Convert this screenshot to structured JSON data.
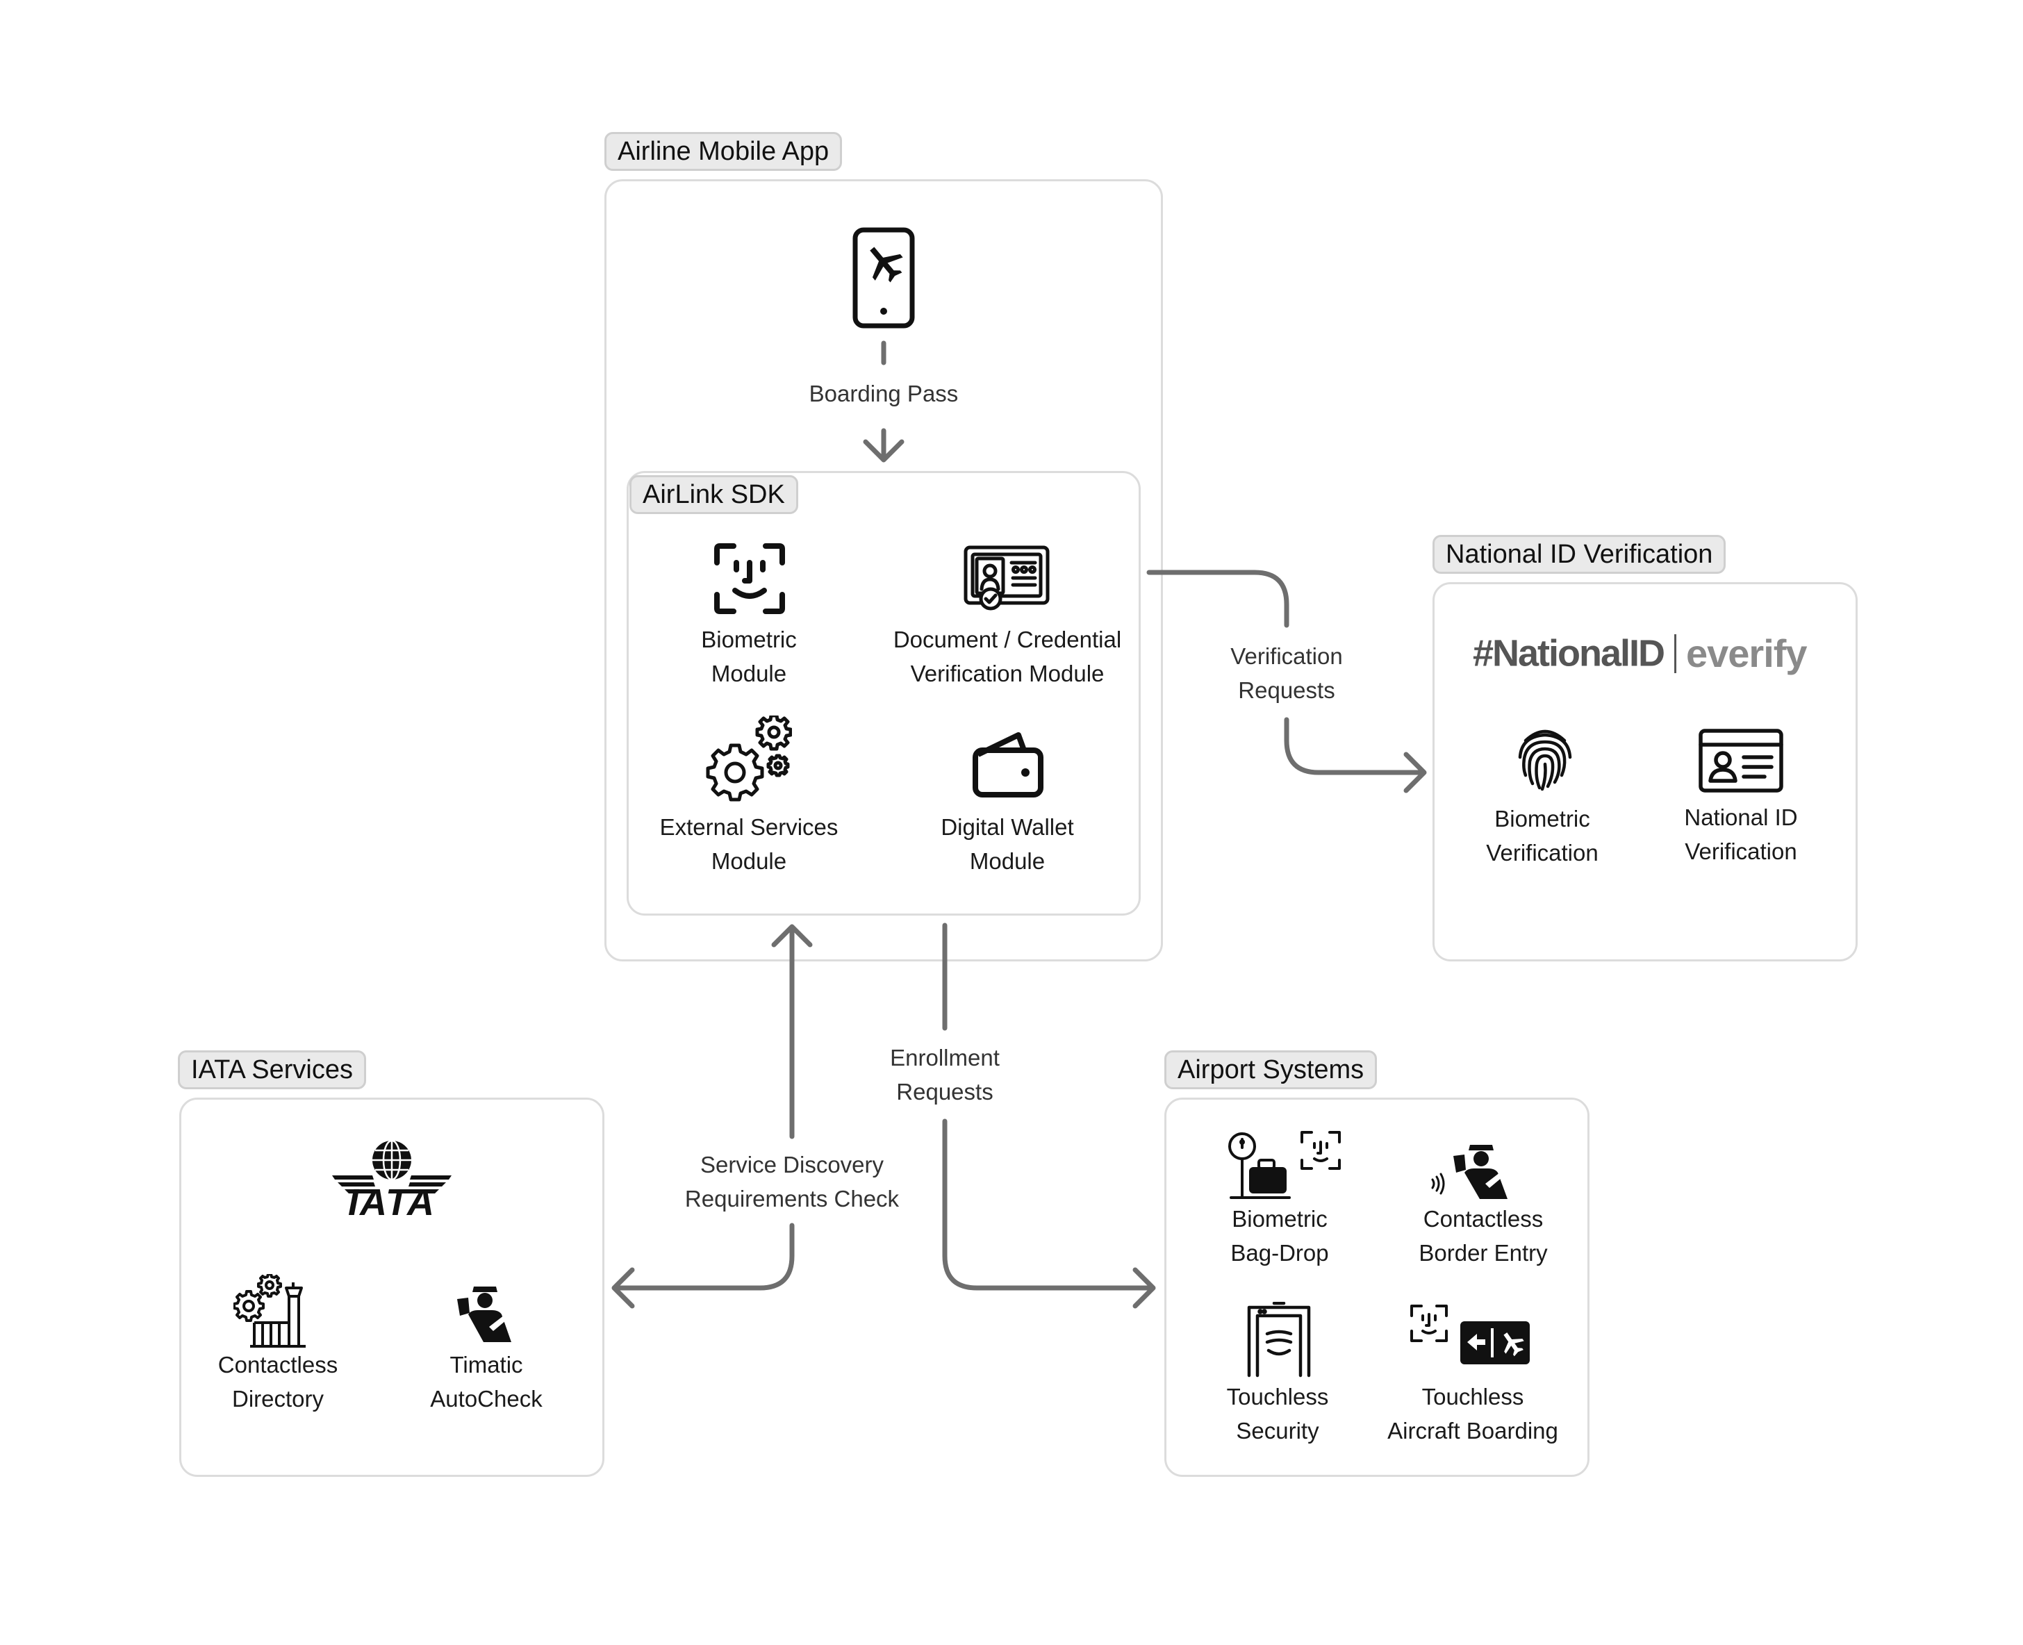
{
  "groups": {
    "mobile": {
      "title": "Airline Mobile App"
    },
    "sdk": {
      "title": "AirLink SDK"
    },
    "national": {
      "title": "National ID Verification"
    },
    "iata": {
      "title": "IATA Services"
    },
    "airport": {
      "title": "Airport Systems"
    }
  },
  "mobile": {
    "boarding_label": "Boarding Pass"
  },
  "sdk": {
    "modules": [
      {
        "line1": "Biometric",
        "line2": "Module",
        "icon": "face-scan-icon"
      },
      {
        "line1": "Document / Credential",
        "line2": "Verification Module",
        "icon": "id-card-check-icon"
      },
      {
        "line1": "External Services",
        "line2": "Module",
        "icon": "gears-icon"
      },
      {
        "line1": "Digital Wallet",
        "line2": "Module",
        "icon": "wallet-icon"
      }
    ]
  },
  "national": {
    "brand_left": "#NationalID",
    "brand_right": "everify",
    "items": [
      {
        "line1": "Biometric",
        "line2": "Verification",
        "icon": "fingerprint-icon"
      },
      {
        "line1": "National ID",
        "line2": "Verification",
        "icon": "id-card-icon"
      }
    ]
  },
  "iata": {
    "logo_text": "IATA",
    "items": [
      {
        "line1": "Contactless",
        "line2": "Directory",
        "icon": "airport-tower-icon"
      },
      {
        "line1": "Timatic",
        "line2": "AutoCheck",
        "icon": "officer-icon"
      }
    ]
  },
  "airport": {
    "items": [
      {
        "line1": "Biometric",
        "line2": "Bag-Drop",
        "icon": "bag-drop-icon"
      },
      {
        "line1": "Contactless",
        "line2": "Border Entry",
        "icon": "border-officer-icon"
      },
      {
        "line1": "Touchless",
        "line2": "Security",
        "icon": "security-gate-icon"
      },
      {
        "line1": "Touchless",
        "line2": "Aircraft Boarding",
        "icon": "boarding-gate-icon"
      }
    ]
  },
  "flows": {
    "verification": {
      "line1": "Verification",
      "line2": "Requests"
    },
    "enrollment": {
      "line1": "Enrollment",
      "line2": "Requests"
    },
    "discovery": {
      "line1": "Service Discovery",
      "line2": "Requirements Check"
    }
  },
  "colors": {
    "arrow": "#6e6e6e",
    "border": "#dcdcdc",
    "tag_bg": "#eaeaea",
    "icon": "#111111",
    "brand_gray": "#8a8a8a"
  }
}
